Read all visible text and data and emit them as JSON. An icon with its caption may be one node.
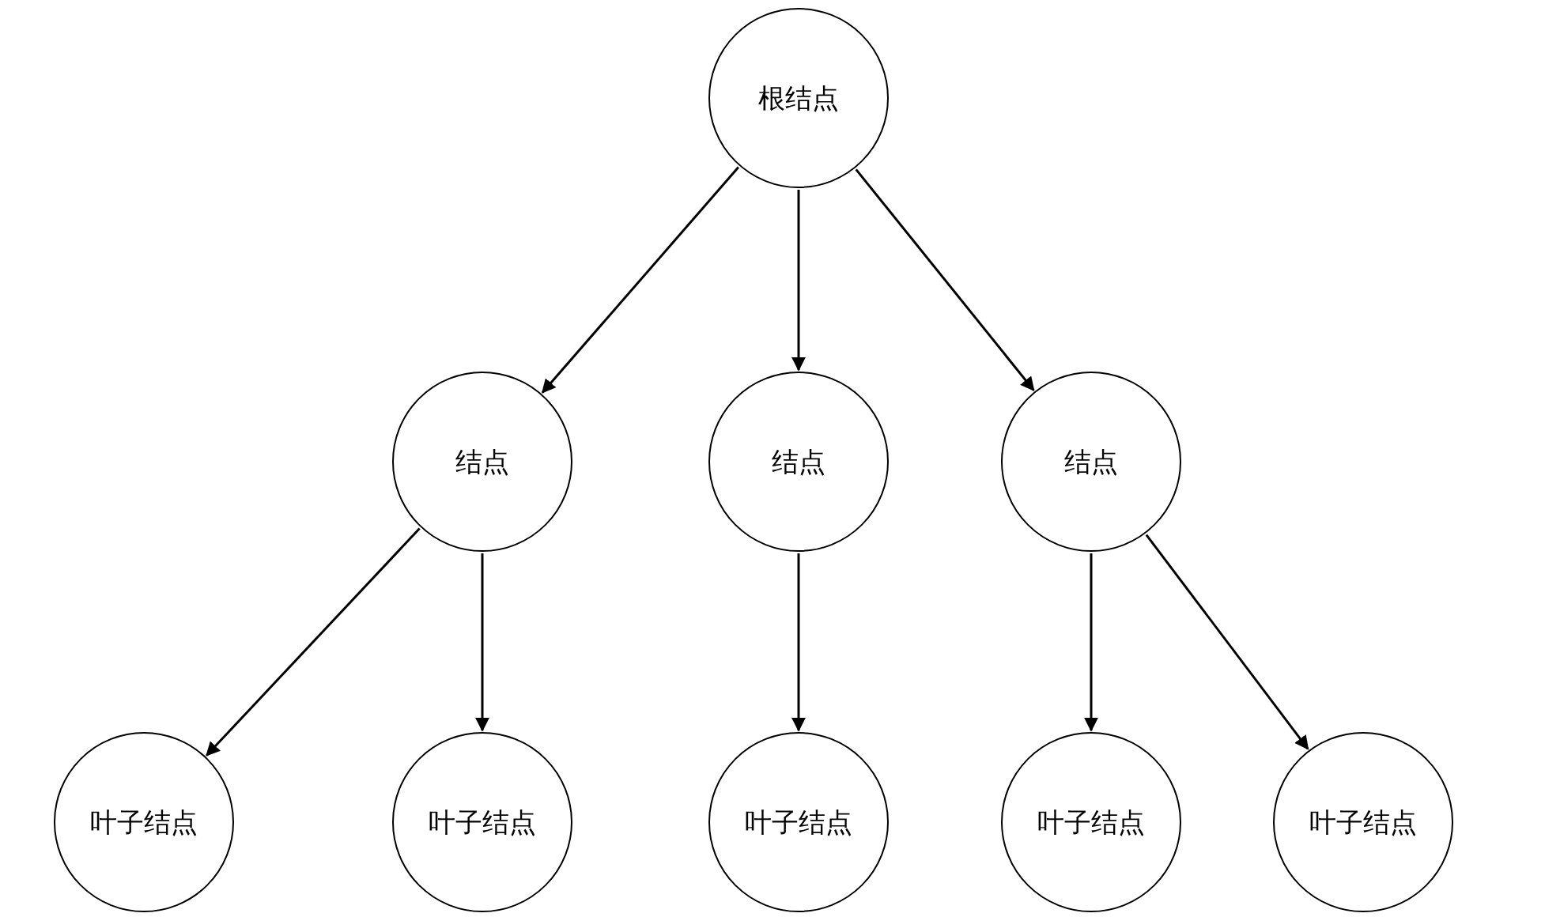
{
  "diagram": {
    "nodes": [
      {
        "text": [
          "根结点"
        ]
      },
      {
        "text": [
          "结点"
        ]
      },
      {
        "text": [
          "结点"
        ]
      },
      {
        "text": [
          "结点"
        ]
      },
      {
        "text": [
          "叶子结点"
        ]
      },
      {
        "text": [
          "叶子结点"
        ]
      },
      {
        "text": [
          "叶子结点"
        ]
      },
      {
        "text": [
          "叶子结点"
        ]
      },
      {
        "text": [
          "叶子结点"
        ]
      }
    ],
    "edges": [
      {
        "from": 0,
        "to": 1,
        "arrow": "to"
      },
      {
        "from": 0,
        "to": 2,
        "arrow": "to"
      },
      {
        "from": 0,
        "to": 3,
        "arrow": "to"
      },
      {
        "from": 1,
        "to": 4,
        "arrow": "to"
      },
      {
        "from": 1,
        "to": 5,
        "arrow": "to"
      },
      {
        "from": 2,
        "to": 6,
        "arrow": "to"
      },
      {
        "from": 3,
        "to": 7,
        "arrow": "to"
      },
      {
        "from": 3,
        "to": 8,
        "arrow": "to"
      }
    ]
  }
}
